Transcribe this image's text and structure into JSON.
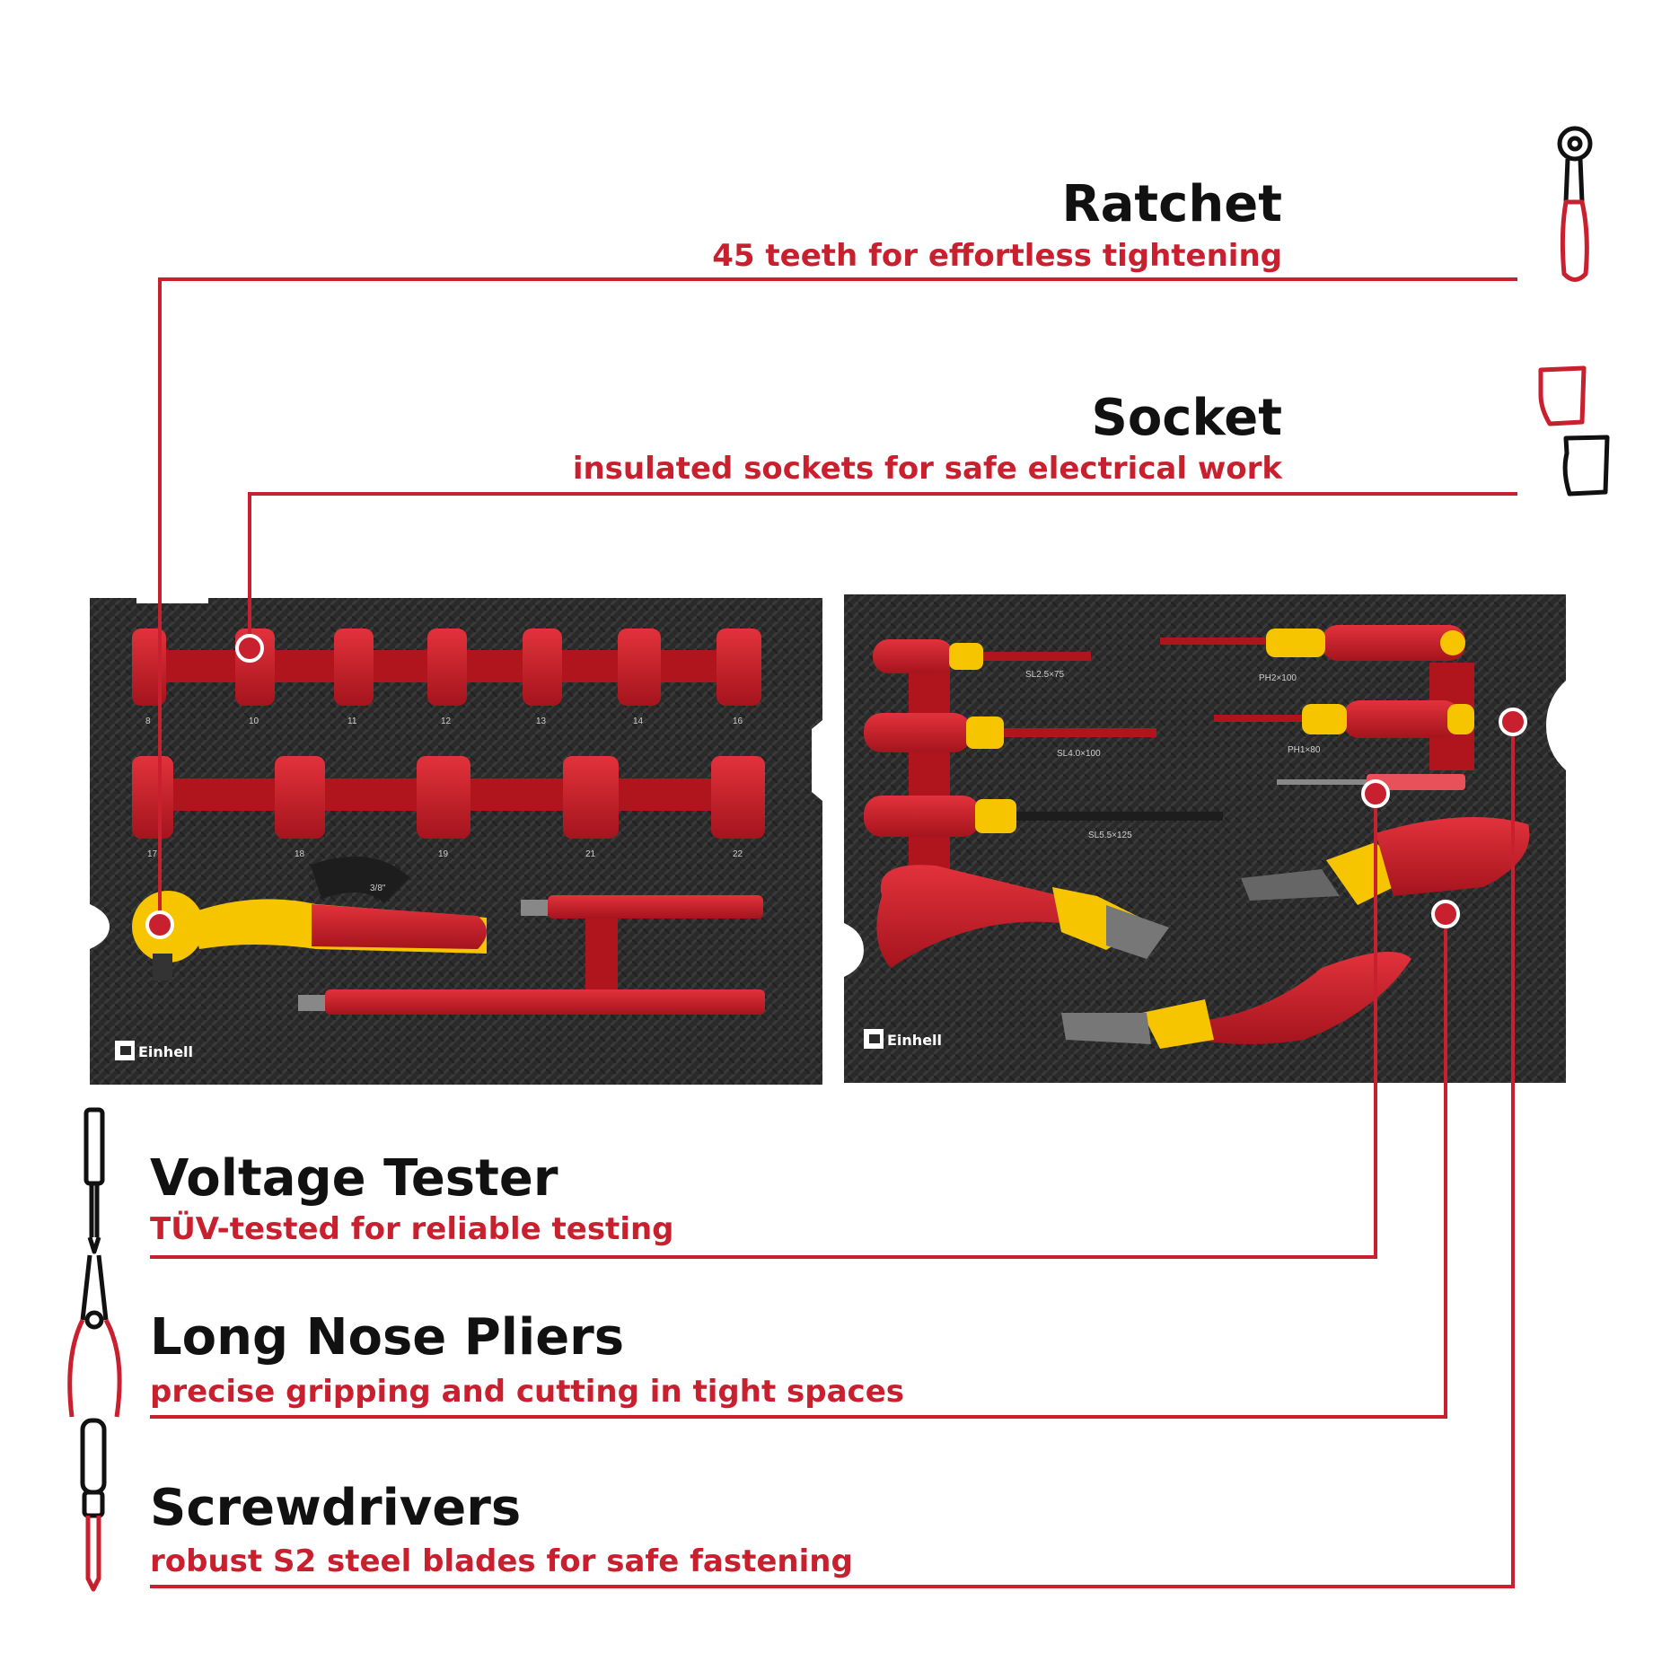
{
  "brand": {
    "name": "Einhell",
    "accent": "#c8202f",
    "yellow": "#f6c500",
    "foam": "#2b2b2b"
  },
  "callouts": {
    "ratchet": {
      "title": "Ratchet",
      "subtitle": "45 teeth for effortless tightening",
      "icon": "ratchet-icon"
    },
    "socket": {
      "title": "Socket",
      "subtitle": "insulated sockets for safe electrical work",
      "icon": "socket-icon"
    },
    "voltage_tester": {
      "title": "Voltage Tester",
      "subtitle": "TÜV-tested for reliable testing",
      "icon": "voltage-tester-icon"
    },
    "long_nose_pliers": {
      "title": "Long Nose Pliers",
      "subtitle": "precise gripping and cutting in tight spaces",
      "icon": "pliers-icon"
    },
    "screwdrivers": {
      "title": "Screwdrivers",
      "subtitle": "robust S2 steel blades for safe fastening",
      "icon": "screwdriver-icon"
    }
  },
  "left_tray": {
    "socket_row_1": [
      "8",
      "10",
      "11",
      "12",
      "13",
      "14",
      "16"
    ],
    "socket_row_2": [
      "17",
      "18",
      "19",
      "21",
      "22"
    ],
    "drive_label": "3/8\"",
    "brand_label": "Einhell"
  },
  "right_tray": {
    "screwdriver_labels": {
      "sl25": "SL2.5×75",
      "ph2": "PH2×100",
      "sl40": "SL4.0×100",
      "ph1": "PH1×80",
      "sl55": "SL5.5×125"
    },
    "brand_label": "Einhell"
  }
}
